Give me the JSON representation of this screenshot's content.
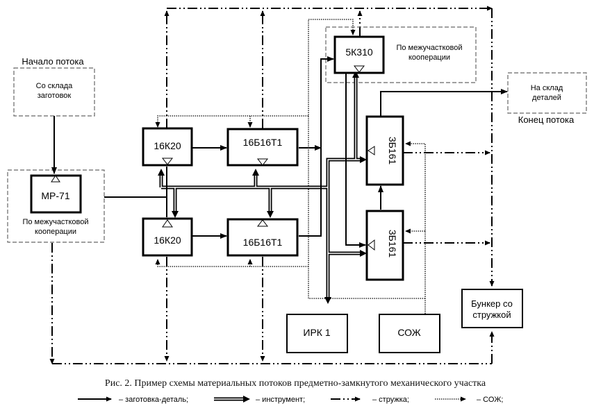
{
  "diagram": {
    "start_label": "Начало потока",
    "end_label": "Конец потока",
    "source_store": "Со склада заготовок",
    "source_store_lines": [
      "Со склада",
      "заготовок"
    ],
    "dest_store_lines": [
      "На склад",
      "деталей"
    ],
    "coop_label_lines": [
      "По межучастковой",
      "кооперации"
    ],
    "machines": {
      "mp71": "МР-71",
      "k20_top": "16К20",
      "k20_bottom": "16К20",
      "b16_top": "16Б16Т1",
      "b16_bottom": "16Б16Т1",
      "k310": "5К310",
      "b161_top": "3Б161",
      "b161_bottom": "3Б161"
    },
    "irk": "ИРК 1",
    "coolant": "СОЖ",
    "bunker_lines": [
      "Бункер со",
      "стружкой"
    ]
  },
  "caption": "Рис. 2. Пример схемы материальных потоков предметно-замкнутого механического участка",
  "legend": [
    {
      "type": "solid",
      "label": "– заготовка-деталь;"
    },
    {
      "type": "double",
      "label": "– инструмент;"
    },
    {
      "type": "dashdot",
      "label": "– стружка;"
    },
    {
      "type": "dotted",
      "label": "– СОЖ;"
    }
  ]
}
